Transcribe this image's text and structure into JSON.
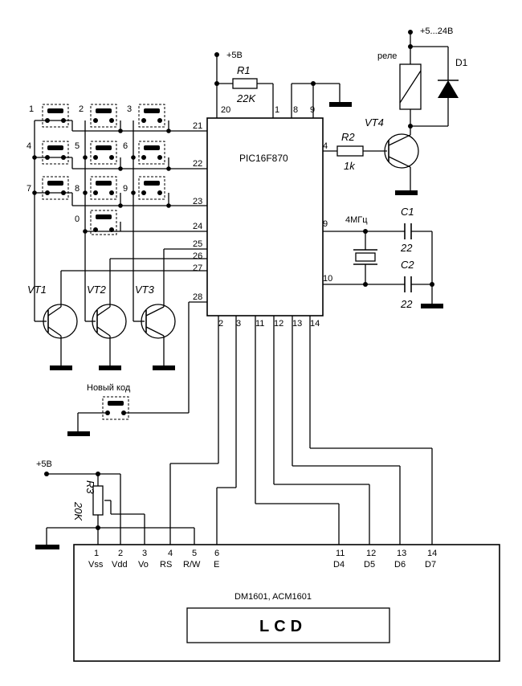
{
  "supply": {
    "main": "+5В",
    "relay_supply": "+5...24В",
    "lcd_supply": "+5В"
  },
  "mcu": {
    "name": "PIC16F870",
    "pins": {
      "p20": "20",
      "p1": "1",
      "p8": "8",
      "p9top": "9",
      "p21": "21",
      "p22": "22",
      "p23": "23",
      "p24": "24",
      "p25": "25",
      "p26": "26",
      "p27": "27",
      "p28": "28",
      "p4": "4",
      "p9": "9",
      "p10": "10",
      "p2": "2",
      "p3": "3",
      "p11": "11",
      "p12": "12",
      "p13": "13",
      "p14": "14"
    }
  },
  "keys": [
    "1",
    "2",
    "3",
    "4",
    "5",
    "6",
    "7",
    "8",
    "9",
    "0"
  ],
  "new_code_label": "Новый код",
  "parts": {
    "r1": {
      "name": "R1",
      "value": "22K"
    },
    "r2": {
      "name": "R2",
      "value": "1k"
    },
    "r3": {
      "name": "R3",
      "value": "20K"
    },
    "c1": {
      "name": "C1",
      "value": "22"
    },
    "c2": {
      "name": "C2",
      "value": "22"
    },
    "crystal": "4МГц",
    "relay": "реле",
    "d1": "D1",
    "vt1": "VT1",
    "vt2": "VT2",
    "vt3": "VT3",
    "vt4": "VT4"
  },
  "lcd": {
    "model": "DM1601, ACM1601",
    "screen": "LCD",
    "pins": [
      {
        "num": "1",
        "name": "Vss"
      },
      {
        "num": "2",
        "name": "Vdd"
      },
      {
        "num": "3",
        "name": "Vo"
      },
      {
        "num": "4",
        "name": "RS"
      },
      {
        "num": "5",
        "name": "R/W"
      },
      {
        "num": "6",
        "name": "E"
      },
      {
        "num": "11",
        "name": "D4"
      },
      {
        "num": "12",
        "name": "D5"
      },
      {
        "num": "13",
        "name": "D6"
      },
      {
        "num": "14",
        "name": "D7"
      }
    ]
  }
}
